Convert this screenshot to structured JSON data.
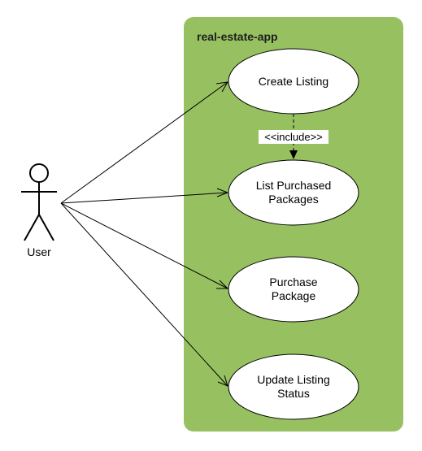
{
  "system": {
    "title": "real-estate-app",
    "fill_color": "#97c160"
  },
  "actor": {
    "label": "User"
  },
  "use_cases": [
    {
      "id": "create-listing",
      "lines": [
        "Create Listing"
      ]
    },
    {
      "id": "list-purchased-packages",
      "lines": [
        "List Purchased",
        "Packages"
      ]
    },
    {
      "id": "purchase-package",
      "lines": [
        "Purchase",
        "Package"
      ]
    },
    {
      "id": "update-listing-status",
      "lines": [
        "Update Listing",
        "Status"
      ]
    }
  ],
  "relations": [
    {
      "type": "association",
      "from": "actor",
      "to": "create-listing"
    },
    {
      "type": "association",
      "from": "actor",
      "to": "list-purchased-packages"
    },
    {
      "type": "association",
      "from": "actor",
      "to": "purchase-package"
    },
    {
      "type": "association",
      "from": "actor",
      "to": "update-listing-status"
    },
    {
      "type": "include",
      "from": "create-listing",
      "to": "list-purchased-packages",
      "label": "<<include>>"
    }
  ]
}
